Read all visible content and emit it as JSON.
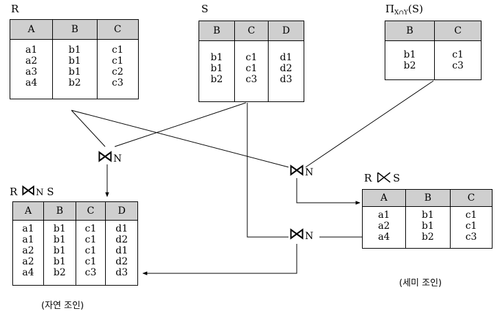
{
  "relation_r": {
    "label": "R",
    "headers": [
      "A",
      "B",
      "C"
    ],
    "columns": [
      "a1\na2\na3\na4",
      "b1\nb1\nb1\nb2",
      "c1\nc1\nc2\nc3"
    ]
  },
  "relation_s": {
    "label": "S",
    "headers": [
      "B",
      "C",
      "D"
    ],
    "columns": [
      "b1\nb1\nb2",
      "c1\nc1\nc3",
      "d1\nd2\nd3"
    ]
  },
  "projection": {
    "label_prefix": "Π",
    "label_sub": "X∩Y",
    "label_suffix": "(S)",
    "headers": [
      "B",
      "C"
    ],
    "columns": [
      "b1\nb2",
      "c1\nc3"
    ]
  },
  "natural_join_result": {
    "label_left": "R",
    "label_right": "S",
    "op_sub": "N",
    "headers": [
      "A",
      "B",
      "C",
      "D"
    ],
    "columns": [
      "a1\na1\na2\na2\na4",
      "b1\nb1\nb1\nb1\nb2",
      "c1\nc1\nc1\nc1\nc3",
      "d1\nd2\nd1\nd2\nd3"
    ]
  },
  "semi_join_result": {
    "label_left": "R",
    "label_right": "S",
    "headers": [
      "A",
      "B",
      "C"
    ],
    "columns": [
      "a1\na2\na4",
      "b1\nb1\nb2",
      "c1\nc1\nc3"
    ]
  },
  "join_operator": {
    "symbol": "⋈",
    "sub": "N"
  },
  "captions": {
    "natural_join": "(자연 조인)",
    "semi_join": "(세미 조인)"
  },
  "colors": {
    "header_fill": "#cfcfcf",
    "line": "#000000"
  }
}
